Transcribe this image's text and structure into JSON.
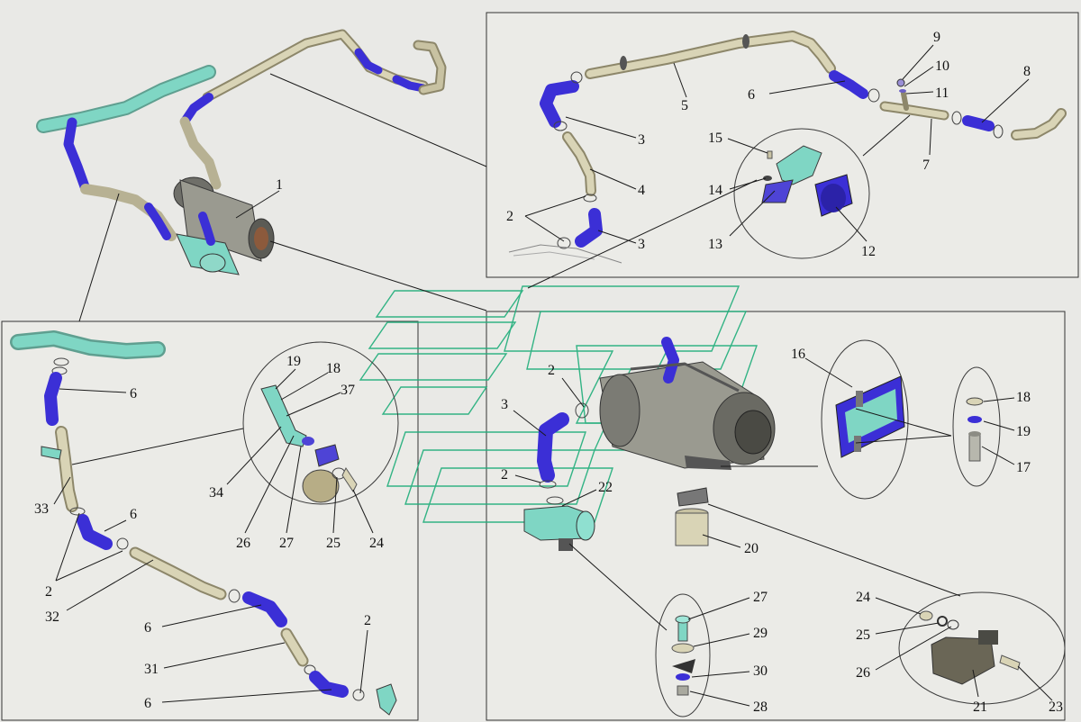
{
  "colors": {
    "hose": "#3b2fd6",
    "pipe": "#cfc9a8",
    "pipe_edge": "#8d876a",
    "tube_green": "#7fd6c4",
    "heater_body": "#9a9a90",
    "watermark": "#1fae7a",
    "line": "#1a1a1a"
  },
  "callouts": {
    "tr": [
      "2",
      "3",
      "3",
      "4",
      "5",
      "6",
      "7",
      "8",
      "9",
      "10",
      "11",
      "12",
      "13",
      "14",
      "15"
    ],
    "main": [
      "1"
    ],
    "left": [
      "6",
      "33",
      "6",
      "2",
      "32",
      "6",
      "31",
      "6",
      "2",
      "19",
      "18",
      "37",
      "34",
      "26",
      "27",
      "25",
      "24"
    ],
    "br": [
      "16",
      "18",
      "19",
      "17",
      "2",
      "3",
      "2",
      "22",
      "20",
      "27",
      "29",
      "30",
      "28",
      "24",
      "25",
      "26",
      "21",
      "23"
    ]
  },
  "icons": [
    "heater-unit",
    "coolant-hose",
    "metal-pipe",
    "clamp",
    "bracket",
    "bolt",
    "washer",
    "nut",
    "pump"
  ]
}
